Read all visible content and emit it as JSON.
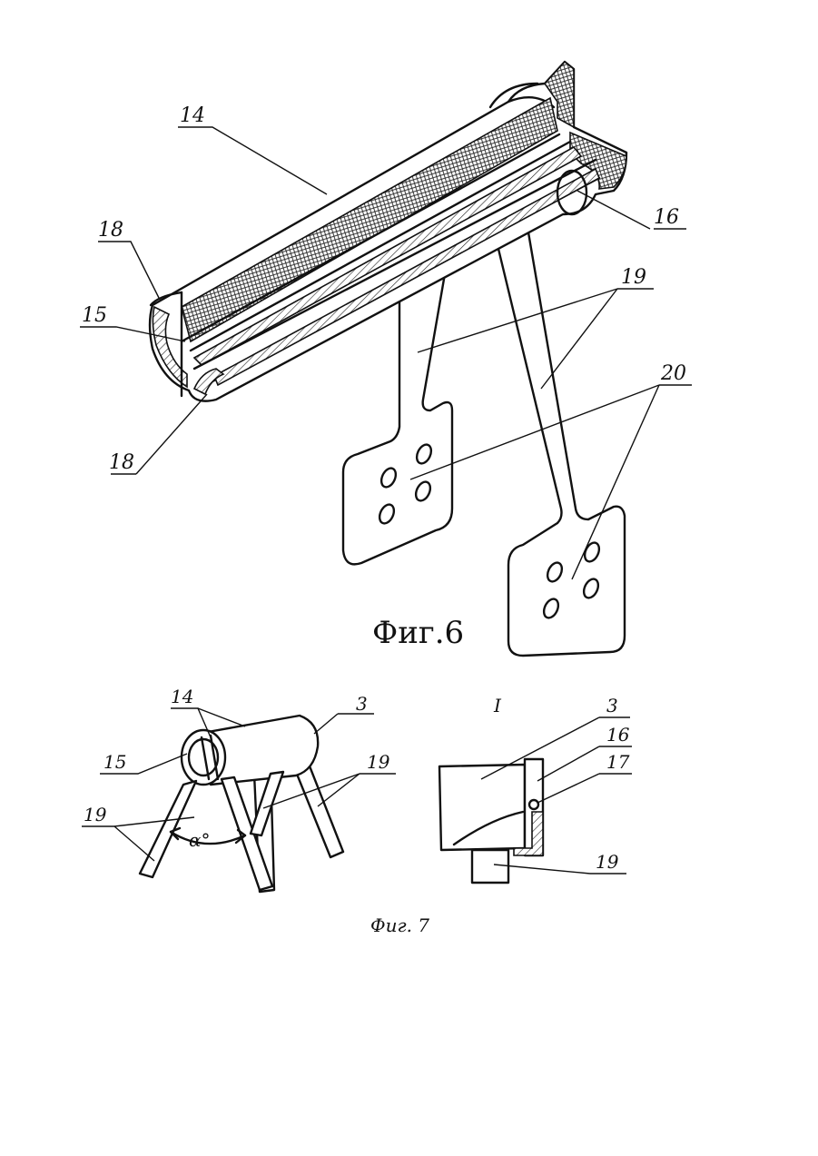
{
  "figure6": {
    "caption": "Фиг.6",
    "labels": {
      "l14": "14",
      "l16": "16",
      "l18_top": "18",
      "l18_bottom": "18",
      "l15": "15",
      "l19": "19",
      "l20": "20"
    }
  },
  "figure7": {
    "caption": "Фиг. 7",
    "left": {
      "l14": "14",
      "l3": "3",
      "l15": "15",
      "l19_right": "19",
      "l19_left": "19",
      "angle": "α°"
    },
    "detail": {
      "title": "I",
      "l3": "3",
      "l16": "16",
      "l17": "17",
      "l19": "19"
    }
  }
}
